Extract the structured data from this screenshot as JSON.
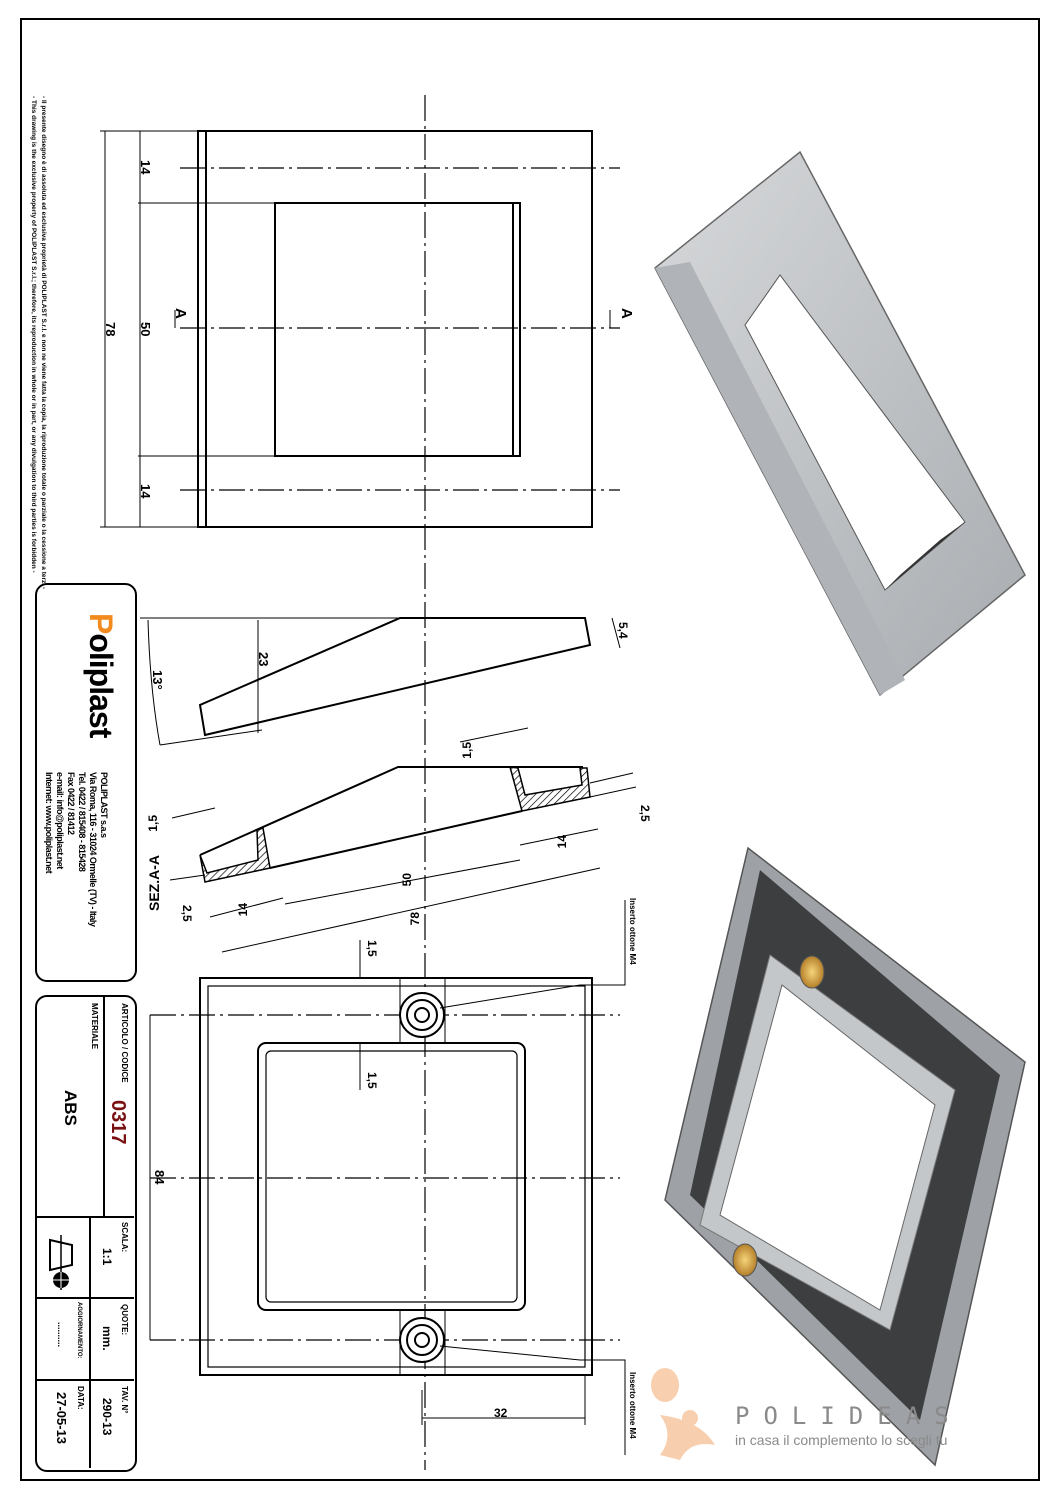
{
  "disclaimer": {
    "it": "- Il presente disegno è di assoluta ed esclusiva proprietà di POLIPLAST S.r.l. e non ne viene fatta la copia, la riproduzione totale o parziale o la cessione a terzi -",
    "en": "- This drawing is the exclusive property of POLIPLAST S.r.l.; therefore, its reproduction in whole or in part, or any divulgation to third parties is forbidden -"
  },
  "company": {
    "logo_text": "Poliplast",
    "name": "POLIPLAST s.a.s",
    "address": "Via Roma, 116 - 31024 Ormelle (TV) - Italy",
    "tel": "Tel. 0422 / 815408 - 815428",
    "fax": "Fax 0422 / 81412",
    "email": "e-mail: info@poliplast.net",
    "internet": "Internet: www.poliplast.net"
  },
  "title_block": {
    "article_label": "ARTICOLO / CODICE",
    "article_value": "0317",
    "material_label": "MATERIALE",
    "material_value": "ABS",
    "scale_label": "SCALA:",
    "scale_value": "1:1",
    "units_label": "QUOTE:",
    "units_value": "mm.",
    "sheet_label": "TAV. N°",
    "sheet_value": "290-13",
    "update_label": "AGGIORNAMENTO:",
    "update_value": "..........",
    "date_label": "DATA:",
    "date_value": "27-05-13"
  },
  "dimensions": {
    "top_total": "78",
    "top_inner": "50",
    "top_margin_a": "14",
    "top_margin_b": "14",
    "section_marker": "A",
    "side_height": "23",
    "side_angle": "13°",
    "side_edge": "5,4",
    "section_title": "SEZ.A-A",
    "sec_wall_a": "1,5",
    "sec_wall_b": "1,5",
    "sec_thick_a": "2,5",
    "sec_thick_b": "2,5",
    "sec_14a": "14",
    "sec_14b": "14",
    "sec_50": "50",
    "sec_78": "78",
    "bottom_gap_a": "1,5",
    "bottom_gap_b": "1,5",
    "bottom_84": "84",
    "bottom_32": "32",
    "insert_label": "Inserto ottone M4"
  },
  "watermark": {
    "brand": "POLIDEAS",
    "tagline": "in casa il complemento lo scegli tu"
  },
  "colors": {
    "code": "#7a1010",
    "logo_orange": "#f28a1e",
    "render_gray": "#b8bcc0",
    "brass": "#d8a640",
    "watermark": "#f5b07a"
  }
}
